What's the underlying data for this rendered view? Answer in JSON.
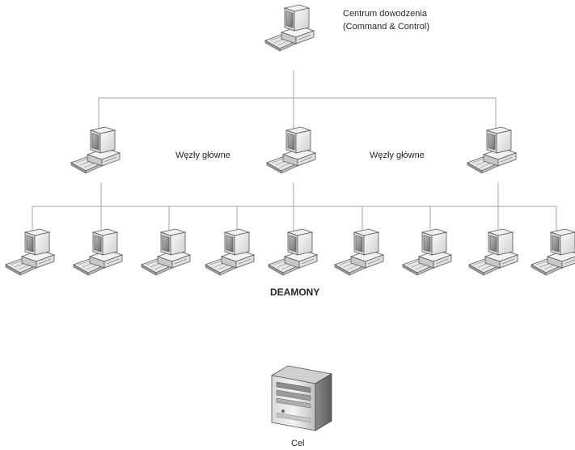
{
  "command_center": {
    "label_line1": "Centrum dowodzenia",
    "label_line2": "(Command & Control)",
    "icon": "desktop-computer-icon"
  },
  "main_nodes": {
    "label_left": "Węzły główne",
    "label_right": "Węzły główne",
    "count": 3,
    "icon": "desktop-computer-icon"
  },
  "daemons": {
    "label": "DEAMONY",
    "count": 9,
    "icon": "desktop-computer-icon"
  },
  "target": {
    "label": "Cel",
    "icon": "server-tower-icon"
  },
  "colors": {
    "connector": "#a6a6a6",
    "text": "#262626",
    "screen": "#8c8c8c"
  }
}
